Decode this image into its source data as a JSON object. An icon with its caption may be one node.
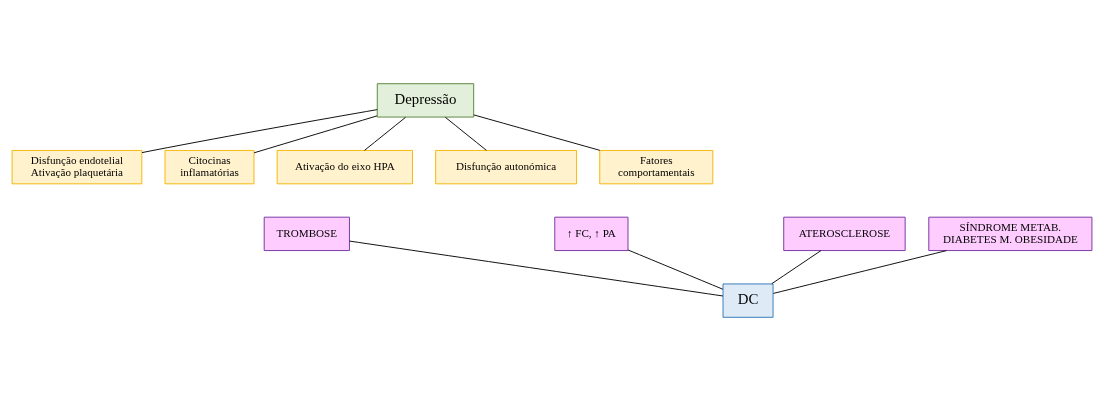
{
  "diagram": {
    "nodes": [
      {
        "text": [
          "Depressão"
        ]
      },
      {
        "text": [
          "Disfunção endotelial Ativação plaquetária"
        ]
      },
      {
        "text": [
          "Citocinas inflamatórias"
        ]
      },
      {
        "text": [
          "Ativação do eixo HPA"
        ]
      },
      {
        "text": [
          "Disfunção autonómica"
        ]
      },
      {
        "text": [
          "Fatores comportamentais"
        ]
      },
      {
        "text": [
          "TROMBOSE"
        ]
      },
      {
        "text": [
          "ATEROSCLEROSE"
        ]
      },
      {
        "text": [
          "↑ FC, ↑ PA"
        ]
      },
      {
        "text": [
          "SÍNDROME METAB. DIABETES M. OBESIDADE"
        ]
      },
      {
        "text": [
          "DC"
        ]
      }
    ],
    "edges": [
      {
        "from": 0,
        "to": 1,
        "arrow": "none"
      },
      {
        "from": 0,
        "to": 2,
        "arrow": "none"
      },
      {
        "from": 0,
        "to": 3,
        "arrow": "none"
      },
      {
        "from": 0,
        "to": 4,
        "arrow": "none"
      },
      {
        "from": 0,
        "to": 5,
        "arrow": "none"
      },
      {
        "from": 6,
        "to": 10,
        "arrow": "none"
      },
      {
        "from": 7,
        "to": 10,
        "arrow": "none"
      },
      {
        "from": 8,
        "to": 10,
        "arrow": "none"
      },
      {
        "from": 9,
        "to": 10,
        "arrow": "none"
      }
    ]
  }
}
